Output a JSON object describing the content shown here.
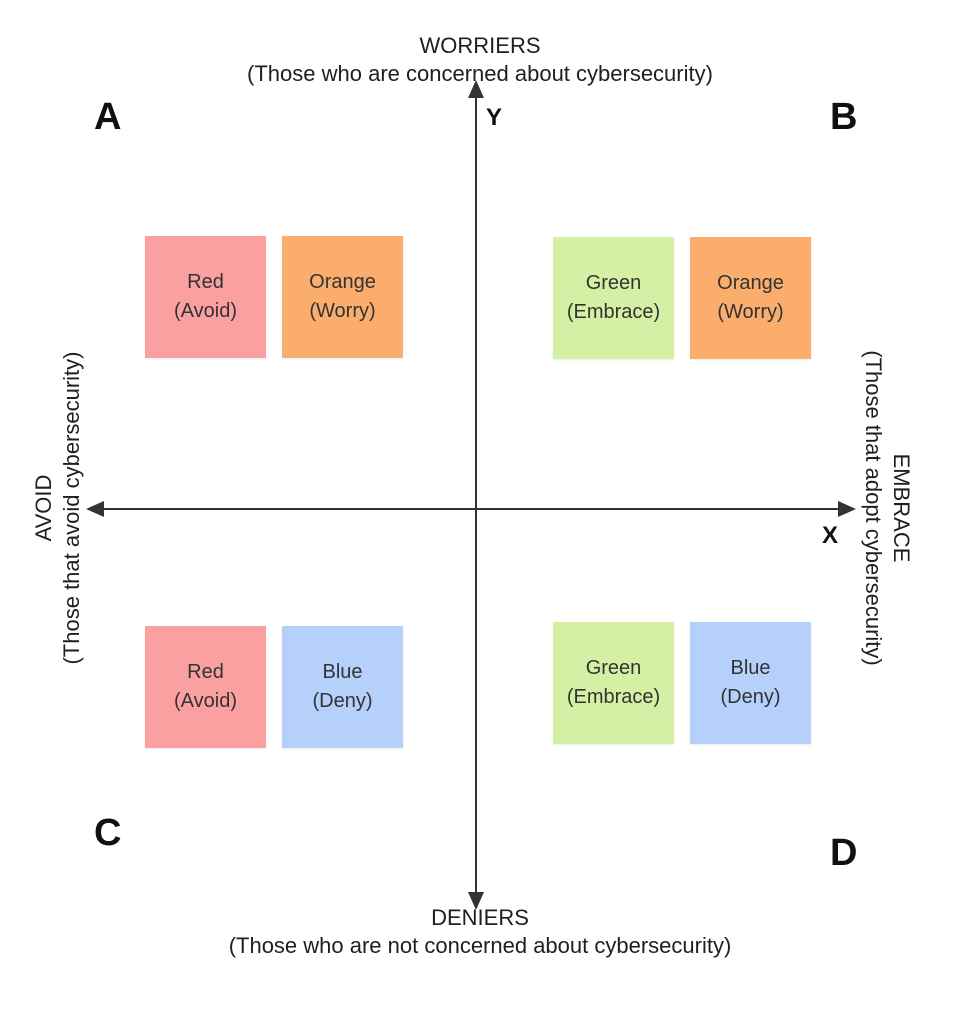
{
  "top": {
    "title": "WORRIERS",
    "subtitle": "(Those who are concerned about cybersecurity)"
  },
  "bottom": {
    "title": "DENIERS",
    "subtitle": "(Those who are not concerned about cybersecurity)"
  },
  "left": {
    "title": "AVOID",
    "subtitle": "(Those that avoid cybersecurity)"
  },
  "right": {
    "title": "EMBRACE",
    "subtitle": "(Those that adopt cybersecurity)"
  },
  "axes": {
    "y": "Y",
    "x": "X"
  },
  "quadrants": {
    "a": "A",
    "b": "B",
    "c": "C",
    "d": "D"
  },
  "colors": {
    "red": "#fba0a0",
    "orange": "#fbad6e",
    "green": "#d4f0a4",
    "blue": "#b5d1fb",
    "axis": "#333333"
  },
  "notes": {
    "a1": {
      "name": "Red",
      "role": "(Avoid)"
    },
    "a2": {
      "name": "Orange",
      "role": "(Worry)"
    },
    "b1": {
      "name": "Green",
      "role": "(Embrace)"
    },
    "b2": {
      "name": "Orange",
      "role": "(Worry)"
    },
    "c1": {
      "name": "Red",
      "role": "(Avoid)"
    },
    "c2": {
      "name": "Blue",
      "role": "(Deny)"
    },
    "d1": {
      "name": "Green",
      "role": "(Embrace)"
    },
    "d2": {
      "name": "Blue",
      "role": "(Deny)"
    }
  }
}
